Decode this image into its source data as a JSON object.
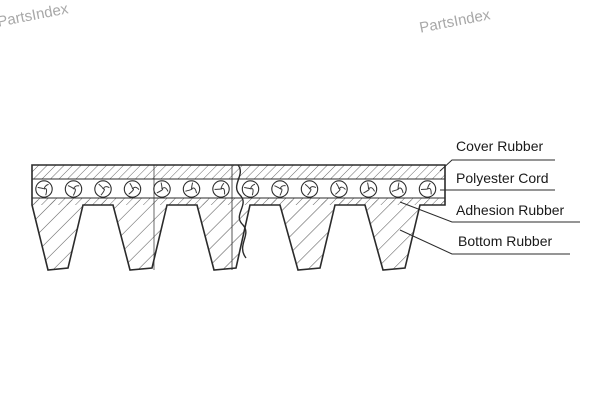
{
  "watermarks": {
    "top_left": "PartsIndex",
    "top_right": "PartsIndex"
  },
  "diagram": {
    "labels": [
      "Cover Rubber",
      "Polyester Cord",
      "Adhesion Rubber",
      "Bottom Rubber"
    ],
    "colors": {
      "line": "#2b2b2b",
      "hatch": "#5a5a5a",
      "background": "#ffffff"
    }
  }
}
